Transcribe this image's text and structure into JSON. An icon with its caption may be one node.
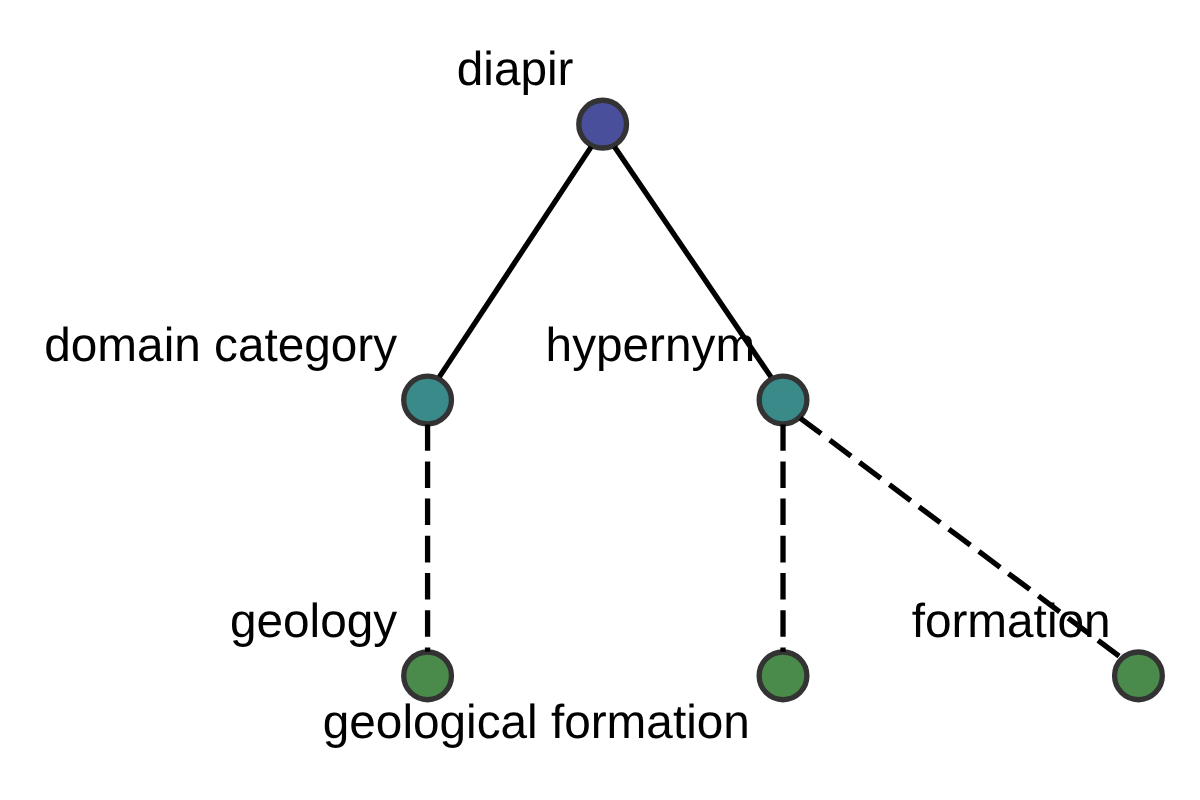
{
  "diagram": {
    "nodes": [
      {
        "text": [],
        "shape": "circle",
        "beside": [
          "diapir"
        ]
      },
      {
        "text": [],
        "shape": "circle",
        "beside": [
          "domain category"
        ]
      },
      {
        "text": [],
        "shape": "circle",
        "beside": [
          "geology"
        ]
      },
      {
        "text": [],
        "shape": "circle",
        "beside": [
          "hypernym"
        ]
      },
      {
        "text": [],
        "shape": "circle",
        "beside": [
          "geological formation"
        ]
      },
      {
        "text": [],
        "shape": "circle",
        "beside": [
          "formation"
        ]
      }
    ],
    "edges": [
      {
        "from": 0,
        "to": 1,
        "arrow": "none"
      },
      {
        "from": 1,
        "to": 2,
        "arrow": "none",
        "style": "dashed"
      },
      {
        "from": 0,
        "to": 3,
        "arrow": "none"
      },
      {
        "from": 3,
        "to": 4,
        "arrow": "none",
        "style": "dashed"
      },
      {
        "from": 3,
        "to": 5,
        "arrow": "none",
        "style": "dashed"
      }
    ]
  }
}
